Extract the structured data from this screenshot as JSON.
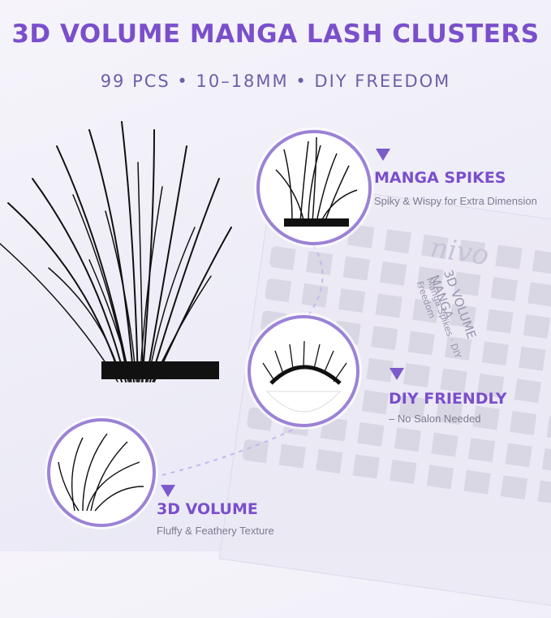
{
  "title": "3D VOLUME MANGA LASH CLUSTERS",
  "subtitle": "99 PCS • 10–18MM • DIY FREEDOM",
  "features": [
    {
      "label": "MANGA SPIKES",
      "desc": "Spiky & Wispy for Extra Dimension"
    },
    {
      "label": "DIY FRIENDLY",
      "desc": "– No Salon Needed"
    },
    {
      "label": "3D VOLUME",
      "desc": "Fluffy & Feathery Texture"
    }
  ],
  "tray_text": {
    "line1": "3D VOLUME MANGA",
    "line2": "Manga Spikes · DIY Freedom",
    "brand": "nivo"
  },
  "colors": {
    "accent": "#7a4fcb",
    "ring": "#9b82d6",
    "lash": "#111111"
  }
}
